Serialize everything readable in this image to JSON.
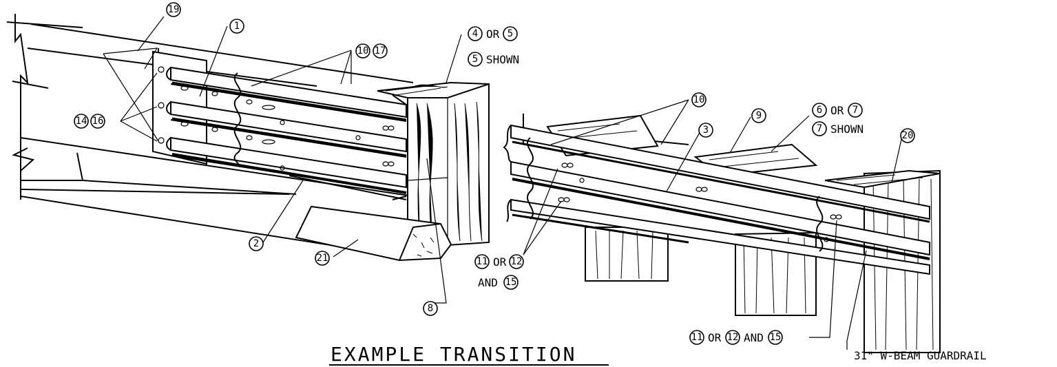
{
  "drawing": {
    "title": "EXAMPLE TRANSITION",
    "callouts": {
      "c19": "19",
      "c1": "1",
      "c10": "10",
      "c17": "17",
      "c4": "4",
      "c5": "5",
      "c5b": "5",
      "c14": "14",
      "c16": "16",
      "c2": "2",
      "c21": "21",
      "c8": "8",
      "c10b": "10",
      "c9": "9",
      "c6": "6",
      "c7": "7",
      "c7b": "7",
      "c3": "3",
      "c20": "20",
      "c11": "11",
      "c12": "12",
      "c15": "15",
      "c11b": "11",
      "c12b": "12",
      "c15b": "15"
    },
    "text": {
      "or_a": "OR",
      "shown_a": "SHOWN",
      "or_b": "OR",
      "shown_b": "SHOWN",
      "or_c": "OR",
      "and_c": "AND",
      "or_d": "OR",
      "and_d": "AND",
      "guardrail": "31\" W-BEAM GUARDRAIL"
    }
  }
}
